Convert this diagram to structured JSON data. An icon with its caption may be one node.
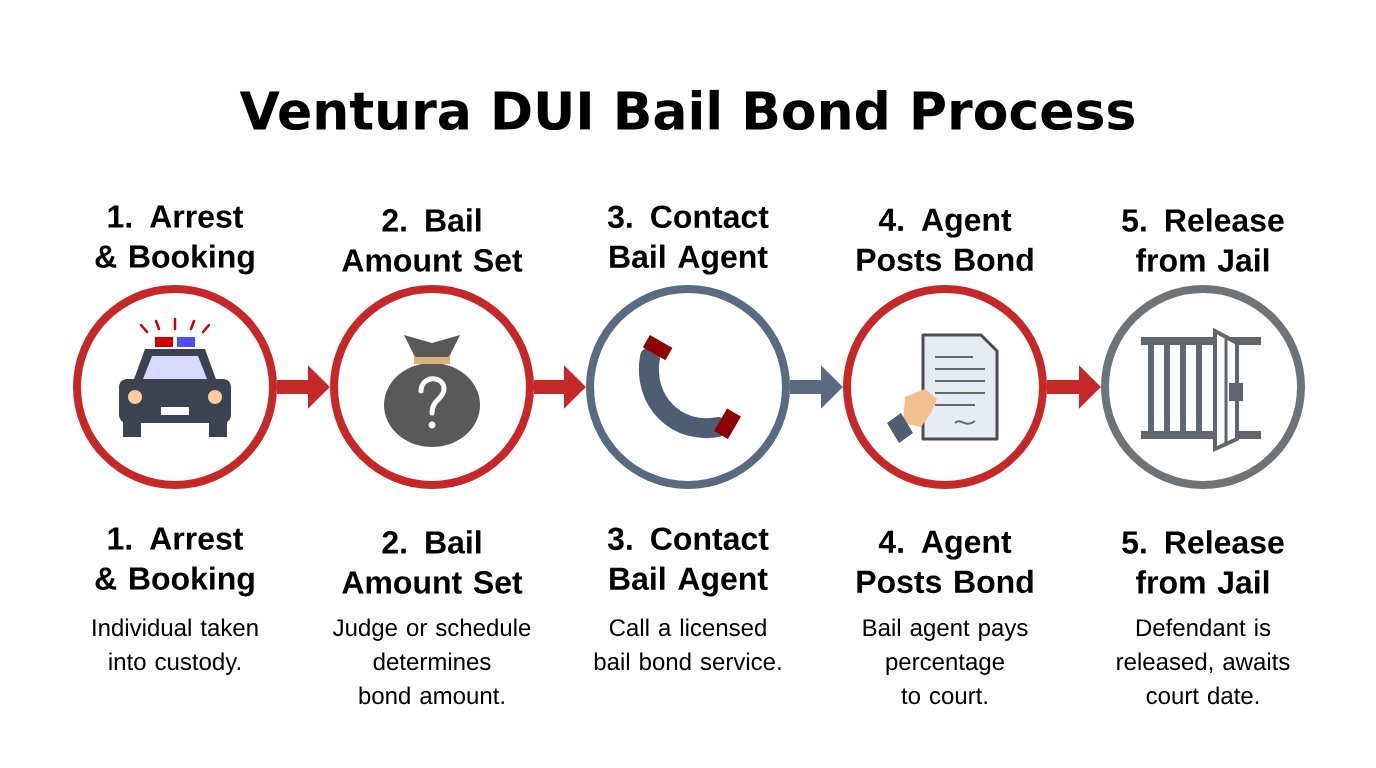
{
  "diagram": {
    "title": "Ventura DUI Bail Bond Process",
    "nodes": [
      {
        "text": [
          "1. Arrest & Booking"
        ],
        "beside": [
          "1. Arrest & Booking",
          "Individual taken into custody."
        ]
      },
      {
        "text": [
          "2. Bail Amount Set"
        ],
        "beside": [
          "2. Bail Amount Set",
          "Judge or schedule determines bond amount."
        ]
      },
      {
        "text": [
          "3. Contact Bail Agent"
        ],
        "beside": [
          "3. Contact Bail Agent",
          "Call a licensed bail bond service."
        ]
      },
      {
        "text": [
          "4. Agent Posts Bond"
        ],
        "beside": [
          "4. Agent Posts Bond",
          "Bail agent pays percentage to court."
        ]
      },
      {
        "text": [
          "5. Release from Jail"
        ],
        "beside": [
          "5. Release from Jail",
          "Defendant is released, awaits court date."
        ]
      }
    ],
    "edges": [
      {
        "from": 0,
        "to": 1,
        "arrow": "to"
      },
      {
        "from": 1,
        "to": 2,
        "arrow": "to"
      },
      {
        "from": 2,
        "to": 3,
        "arrow": "to",
        "color": "#5a6a80"
      },
      {
        "from": 3,
        "to": 4,
        "arrow": "to"
      }
    ]
  }
}
